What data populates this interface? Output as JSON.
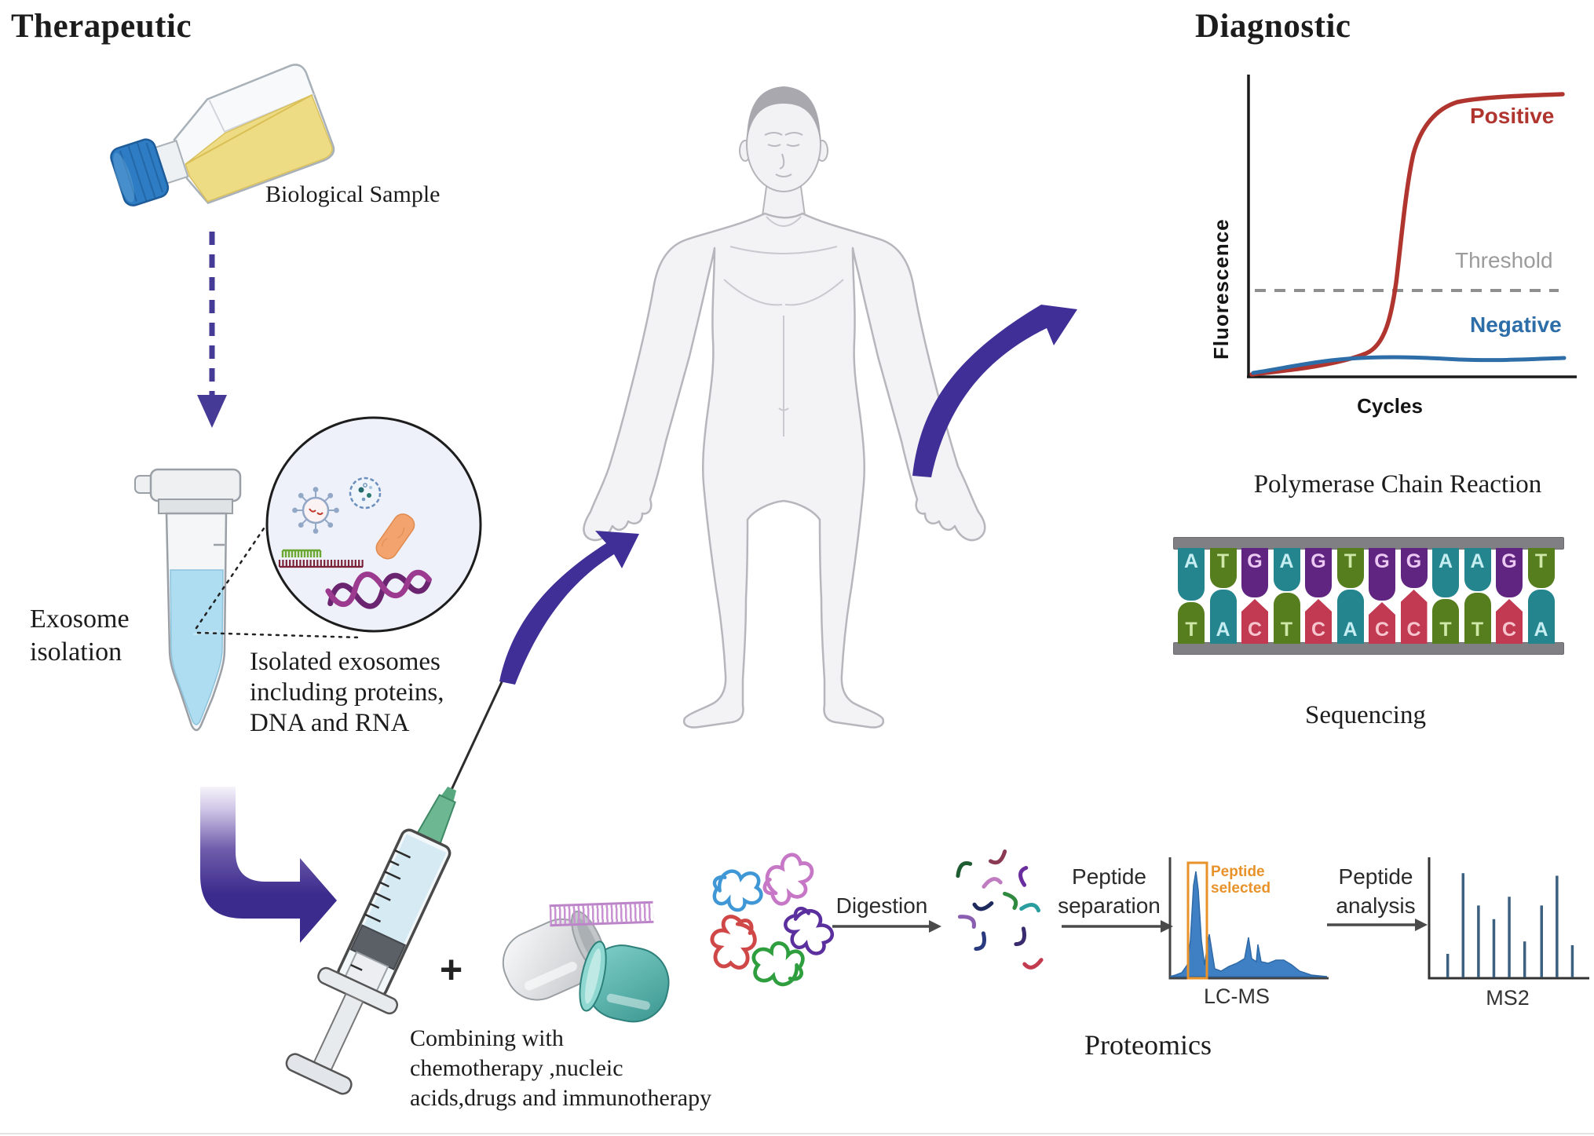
{
  "header": {
    "therapeutic_title": "Therapeutic",
    "diagnostic_title": "Diagnostic"
  },
  "therapeutic_flow": {
    "biological_sample": "Biological Sample",
    "exosome_isolation_lines": [
      "Exosome",
      "isolation"
    ],
    "isolated_exosomes_lines": [
      "Isolated exosomes",
      "including proteins,",
      "DNA and RNA"
    ],
    "plus": "+",
    "combining_lines": [
      "Combining with",
      "chemotherapy ,nucleic",
      "acids,drugs  and immunotherapy"
    ]
  },
  "pcr": {
    "title": "Polymerase Chain Reaction",
    "ylabel": "Fluorescence",
    "xlabel": "Cycles",
    "positive_label": "Positive",
    "threshold_label": "Threshold",
    "negative_label": "Negative",
    "colors": {
      "positive": "#b1352f",
      "negative": "#2d6da8",
      "threshold": "#9b9b9b"
    }
  },
  "sequencing": {
    "label": "Sequencing",
    "top_strand": [
      "A",
      "T",
      "G",
      "A",
      "G",
      "T",
      "G",
      "G",
      "A",
      "A",
      "G",
      "T"
    ],
    "bottom_strand": [
      "T",
      "A",
      "C",
      "T",
      "C",
      "A",
      "C",
      "C",
      "T",
      "T",
      "C",
      "A"
    ],
    "base_colors": {
      "A": "#25858e",
      "T": "#567d1e",
      "G": "#5f2580",
      "C": "#c13a52"
    },
    "base_letter_colors": {
      "A": "#c6eef2",
      "T": "#cfe8a8",
      "G": "#ecc9f2",
      "C": "#f7c5ce"
    }
  },
  "proteomics": {
    "label": "Proteomics",
    "digestion_label": "Digestion",
    "separation_lines": [
      "Peptide",
      "separation"
    ],
    "selected_lines": [
      "Peptide",
      "selected"
    ],
    "selected_color": "#e8922a",
    "lcms_label": "LC-MS",
    "analysis_lines": [
      "Peptide",
      "analysis"
    ],
    "ms2_label": "MS2"
  },
  "icons": {
    "flask": "cell-culture-flask",
    "tube": "microcentrifuge-tube",
    "magnifier": "zoom-circle-with-exosome-contents",
    "virus": "virus-particle",
    "vesicle": "exosome-vesicle",
    "protein_blob": "protein-blob",
    "dna_fragment": "dna-fragment",
    "dna_helix": "dna-helix",
    "syringe": "syringe",
    "pill": "split-capsule",
    "body": "human-body-figure"
  },
  "chart_data": [
    {
      "type": "line",
      "title": "Polymerase Chain Reaction",
      "xlabel": "Cycles",
      "ylabel": "Fluorescence",
      "grid": false,
      "legend": "inline-right",
      "series": [
        {
          "name": "Positive",
          "color": "#b1352f",
          "x_norm": [
            0,
            0.15,
            0.3,
            0.38,
            0.44,
            0.48,
            0.52,
            0.56,
            0.62,
            0.72,
            0.85,
            1
          ],
          "y_norm": [
            0.01,
            0.03,
            0.05,
            0.09,
            0.18,
            0.38,
            0.62,
            0.8,
            0.9,
            0.93,
            0.93,
            0.94
          ]
        },
        {
          "name": "Negative",
          "color": "#2d6da8",
          "x_norm": [
            0,
            0.2,
            0.4,
            0.6,
            0.8,
            1
          ],
          "y_norm": [
            0.01,
            0.04,
            0.06,
            0.06,
            0.06,
            0.06
          ]
        }
      ],
      "threshold": {
        "label": "Threshold",
        "y_norm": 0.29,
        "style": "dashed",
        "color": "#9b9b9b"
      }
    },
    {
      "type": "area",
      "title": "LC-MS",
      "color": "#3f80c4",
      "peaks": [
        {
          "x_norm": 0.17,
          "h_norm": 0.95,
          "selected": true
        },
        {
          "x_norm": 0.26,
          "h_norm": 0.42
        },
        {
          "x_norm": 0.51,
          "h_norm": 0.36
        },
        {
          "x_norm": 0.57,
          "h_norm": 0.3
        },
        {
          "x_norm": 0.73,
          "h_norm": 0.17
        }
      ],
      "annotation": {
        "label": "Peptide selected",
        "color": "#e8922a"
      }
    },
    {
      "type": "stem",
      "title": "MS2",
      "color": "#3c6080",
      "x_norm": [
        0.08,
        0.18,
        0.28,
        0.38,
        0.48,
        0.58,
        0.69,
        0.79,
        0.89
      ],
      "heights_norm": [
        0.19,
        0.84,
        0.58,
        0.47,
        0.65,
        0.29,
        0.58,
        0.82,
        0.26
      ]
    }
  ]
}
